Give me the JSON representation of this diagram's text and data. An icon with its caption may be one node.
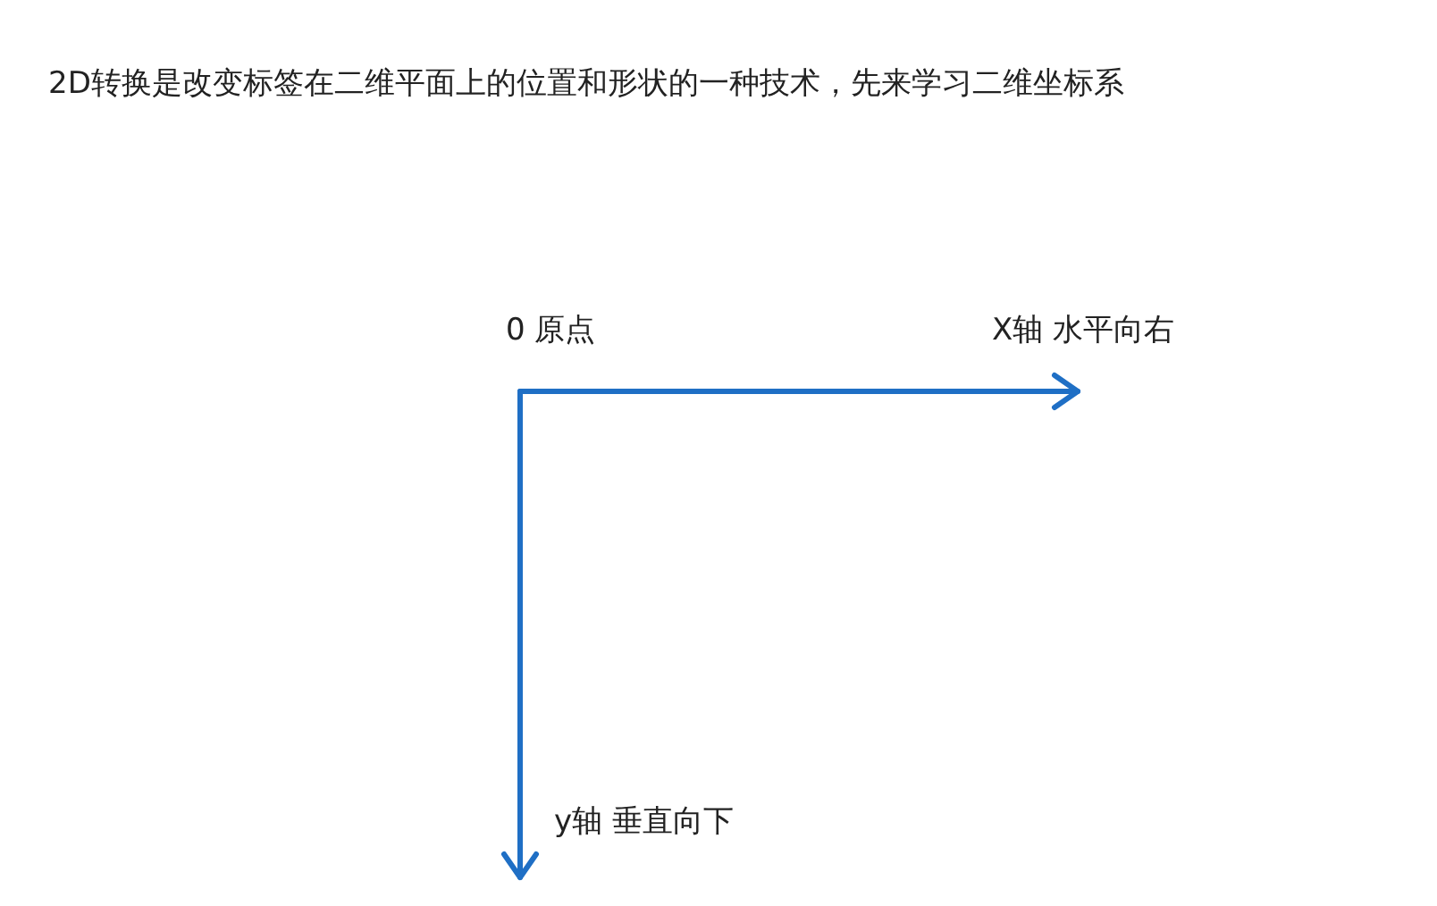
{
  "diagram": {
    "title": "2D转换是改变标签在二维平面上的位置和形状的一种技术，先来学习二维坐标系",
    "labels": [
      "0 原点",
      "X轴 水平向右",
      "y轴 垂直向下"
    ]
  }
}
